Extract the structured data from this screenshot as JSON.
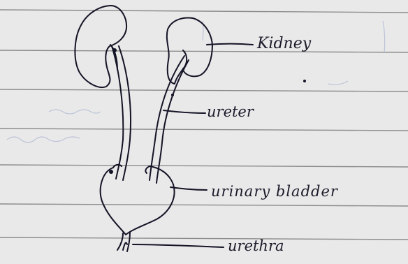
{
  "diagram": {
    "labels": {
      "kidney": "Kidney",
      "ureter": "ureter",
      "bladder": "urinary bladder",
      "urethra": "urethra"
    }
  }
}
